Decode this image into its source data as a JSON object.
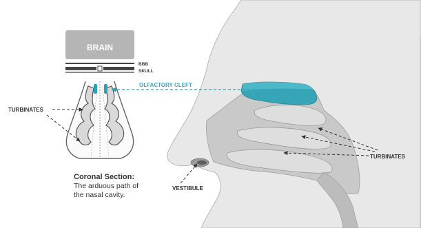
{
  "labels": {
    "brain": "BRAIN",
    "bbb": "BBB",
    "skull": "SKULL",
    "olfactory_cleft": "OLFACTORY CLEFT",
    "turbinates_left": "TURBINATES",
    "turbinates_right": "TURBINATES",
    "vestibule": "VESTIBULE"
  },
  "caption": {
    "title": "Coronal Section:",
    "line1": "The arduous path of",
    "line2": "the nasal cavity."
  },
  "colors": {
    "teal": "#2aa3b4",
    "teal_label": "#3fa6b8",
    "brain_box": "#b5b5b5",
    "skin": "#e7e7e7",
    "outline": "#8a8a8a",
    "label_dark": "#333333"
  }
}
